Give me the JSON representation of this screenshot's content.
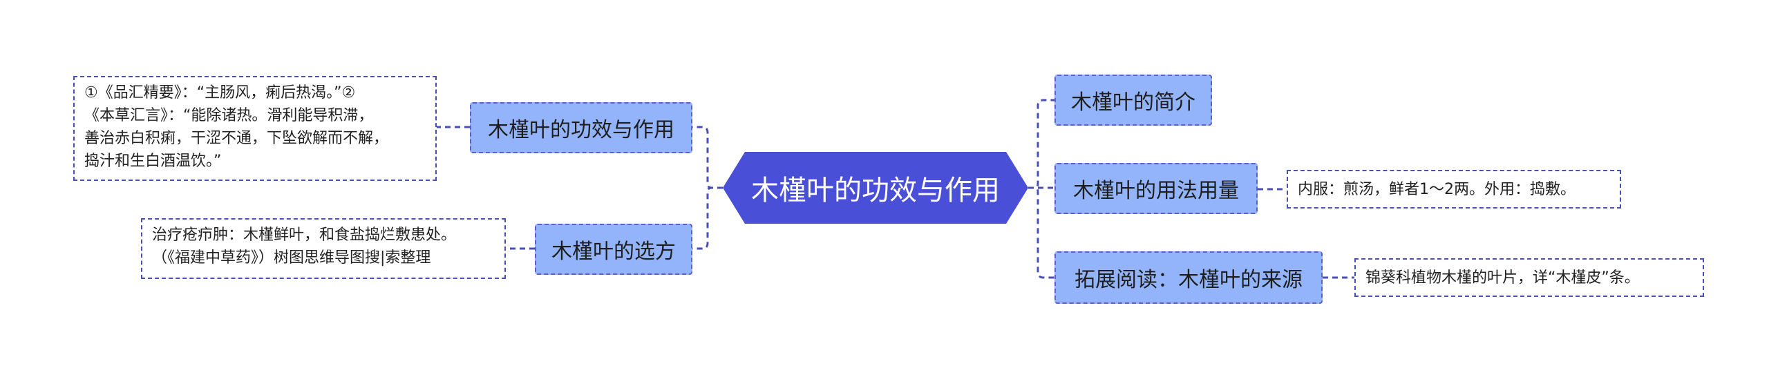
{
  "center": {
    "label": "木槿叶的功效与作用"
  },
  "left": [
    {
      "label": "木槿叶的功效与作用",
      "note": "①《品汇精要》：“主肠风，痢后热渴。”②\n《本草汇言》：“能除诸热。滑利能导积滞，\n善治赤白积痢，干涩不通，下坠欲解而不解，\n捣汁和生白酒温饮。”"
    },
    {
      "label": "木槿叶的选方",
      "note": "治疗疮疖肿：木槿鲜叶，和食盐捣烂敷患处。\n（《福建中草药》）树图思维导图搜|索整理"
    }
  ],
  "right": [
    {
      "label": "木槿叶的简介"
    },
    {
      "label": "木槿叶的用法用量",
      "note": "内服：煎汤，鲜者1～2两。外用：捣敷。"
    },
    {
      "label": "拓展阅读：木槿叶的来源",
      "note": "锦葵科植物木槿的叶片，详“木槿皮”条。"
    }
  ],
  "colors": {
    "center_fill": "#4a4fd8",
    "branch_fill": "#93b4fb",
    "connector": "#4a4fb8"
  }
}
